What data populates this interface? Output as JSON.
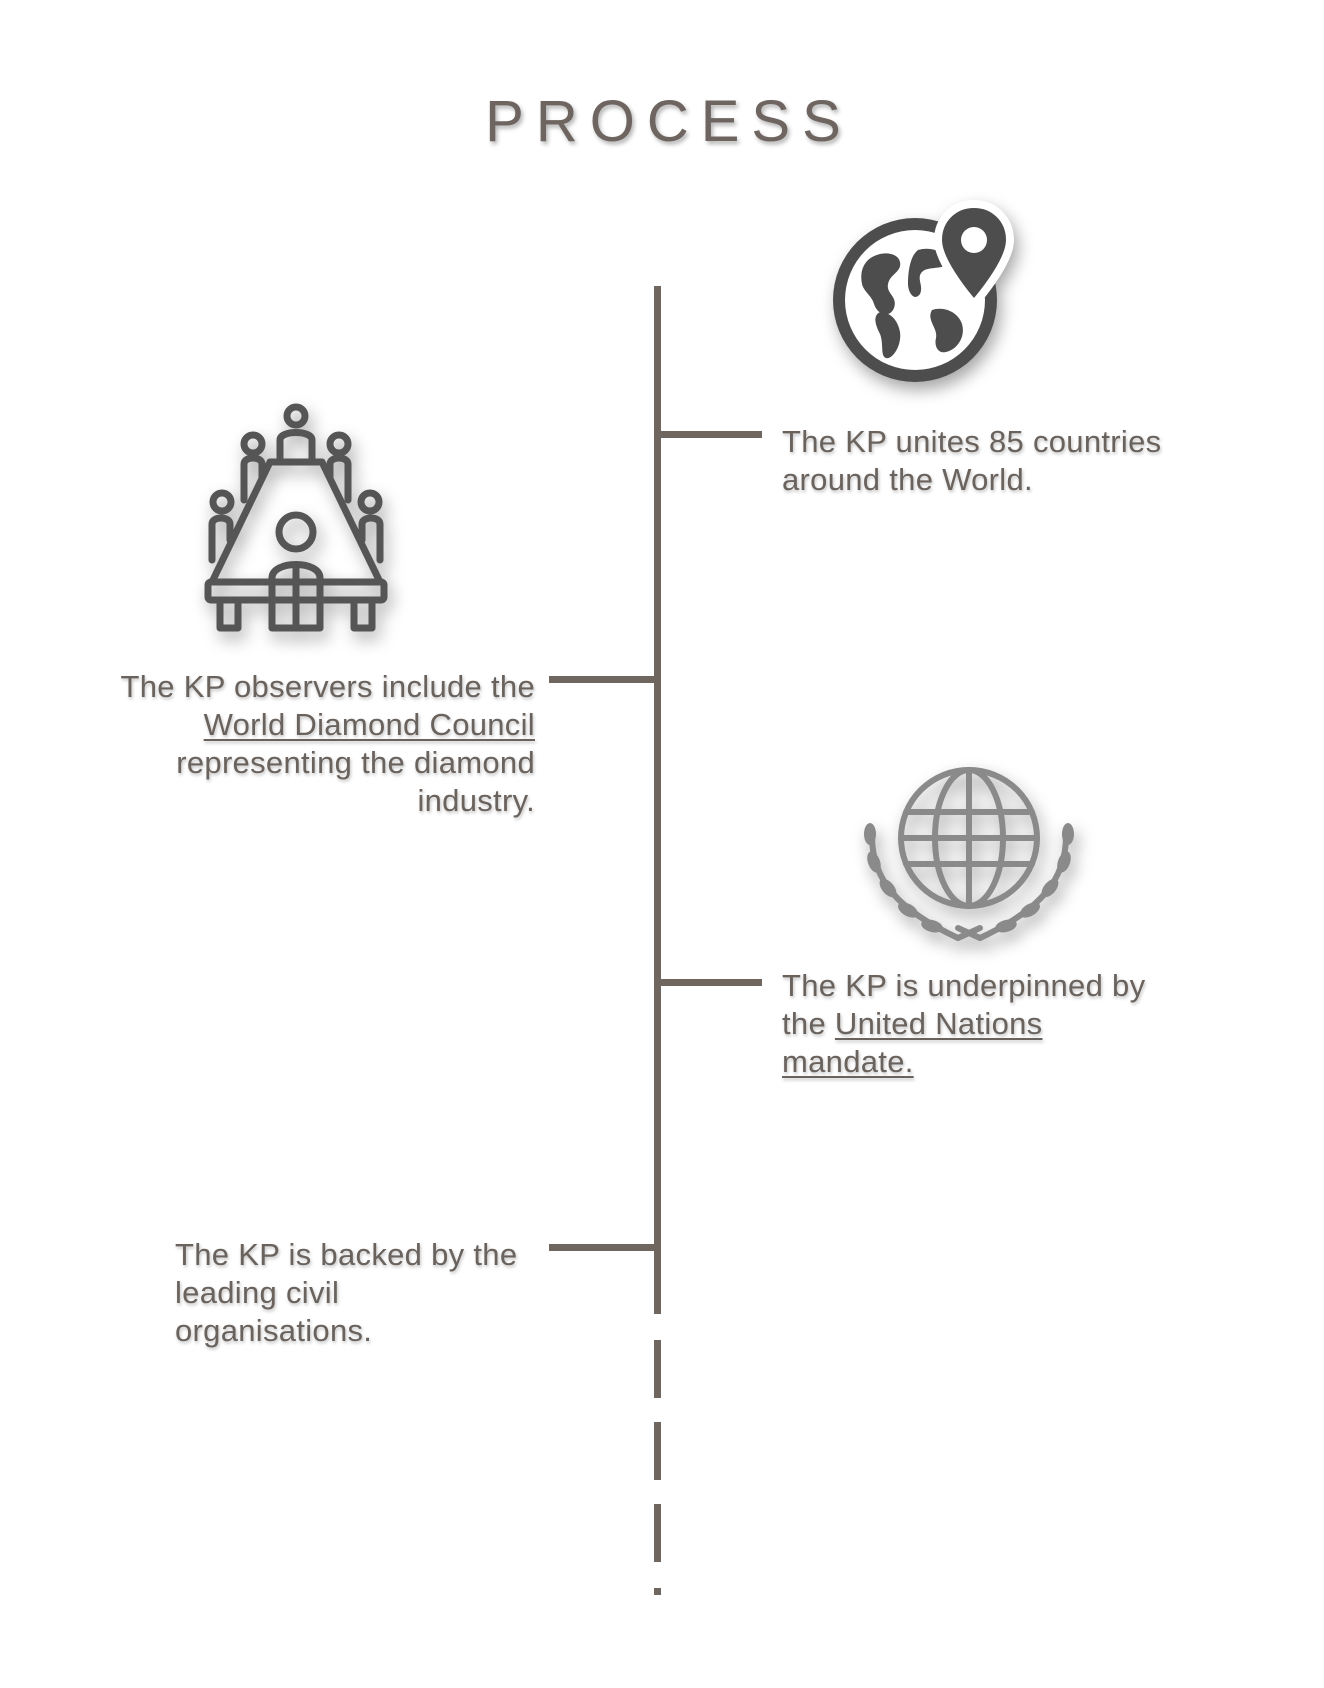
{
  "page": {
    "title": "PROCESS"
  },
  "colors": {
    "line": "#6f6660",
    "text": "#6a625d",
    "icon_dark": "#4a4a4a",
    "icon_light": "#8a8a8a"
  },
  "items": [
    {
      "icon": "globe-pin-icon",
      "text_before": "The KP unites 85 countries around the World.",
      "link": "",
      "text_after": ""
    },
    {
      "icon": "conference-table-icon",
      "text_before": "The KP observers include the ",
      "link": "World Diamond Council",
      "text_after": " representing the diamond industry."
    },
    {
      "icon": "united-nations-icon",
      "text_before": "The KP is underpinned by the ",
      "link": "United Nations mandate.",
      "text_after": ""
    },
    {
      "icon": "",
      "text_before": "The KP is backed by the leading civil organisations.",
      "link": "",
      "text_after": ""
    }
  ]
}
